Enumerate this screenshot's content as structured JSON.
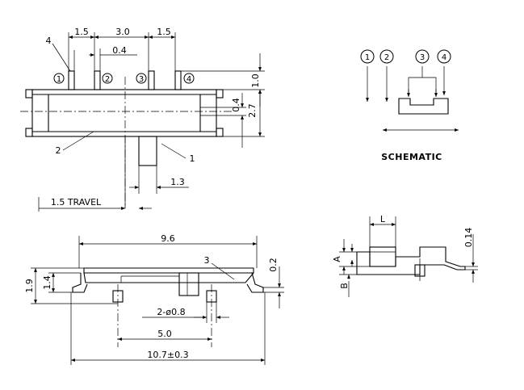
{
  "top_view": {
    "dims": {
      "pin_pitch_left": "1.5",
      "pin_pitch_mid": "3.0",
      "pin_pitch_right": "1.5",
      "pin_width": "0.4",
      "pin_height": "1.0",
      "body_height": "2.7",
      "slot_height": "0.4",
      "knob_width": "1.3",
      "travel": "1.5 TRAVEL"
    },
    "pins": [
      "1",
      "2",
      "3",
      "4"
    ],
    "callouts": [
      "4",
      "2",
      "1"
    ]
  },
  "schematic": {
    "title": "SCHEMATIC",
    "pins": [
      "1",
      "2",
      "3",
      "4"
    ]
  },
  "side_view": {
    "dims": {
      "length": "9.6",
      "overall": "10.7±0.3",
      "hole_pitch": "5.0",
      "holes": "2-ø0.8",
      "height_total": "1.9",
      "height_body": "1.4",
      "lead_thickness": "0.2"
    },
    "callout": "3"
  },
  "end_view": {
    "dims": {
      "l": "L",
      "a": "A",
      "b": "B",
      "thickness": "0.14"
    }
  }
}
